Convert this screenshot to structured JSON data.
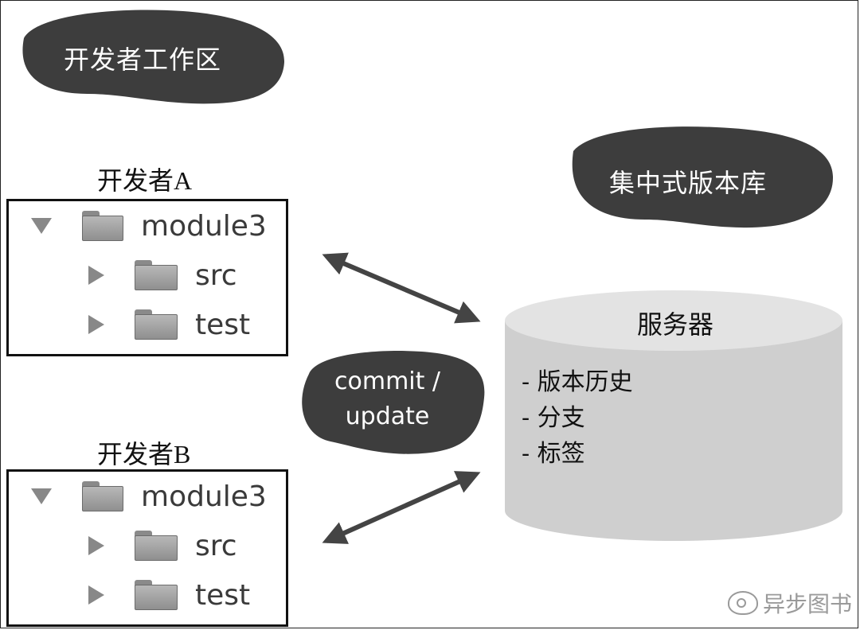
{
  "workspace": {
    "label": "开发者工作区"
  },
  "repository": {
    "label": "集中式版本库"
  },
  "sync": {
    "line1": "commit /",
    "line2": "update"
  },
  "developers": [
    {
      "label": "开发者A",
      "tree": {
        "root": "module3",
        "children": [
          "src",
          "test"
        ]
      }
    },
    {
      "label": "开发者B",
      "tree": {
        "root": "module3",
        "children": [
          "src",
          "test"
        ]
      }
    }
  ],
  "server": {
    "title": "服务器",
    "items": [
      "- 版本历史",
      "- 分支",
      "- 标签"
    ]
  },
  "watermark": {
    "text": "异步图书"
  },
  "colors": {
    "blob": "#3d3d3d",
    "cylinder": "#cfcfcf",
    "arrow": "#444444"
  }
}
